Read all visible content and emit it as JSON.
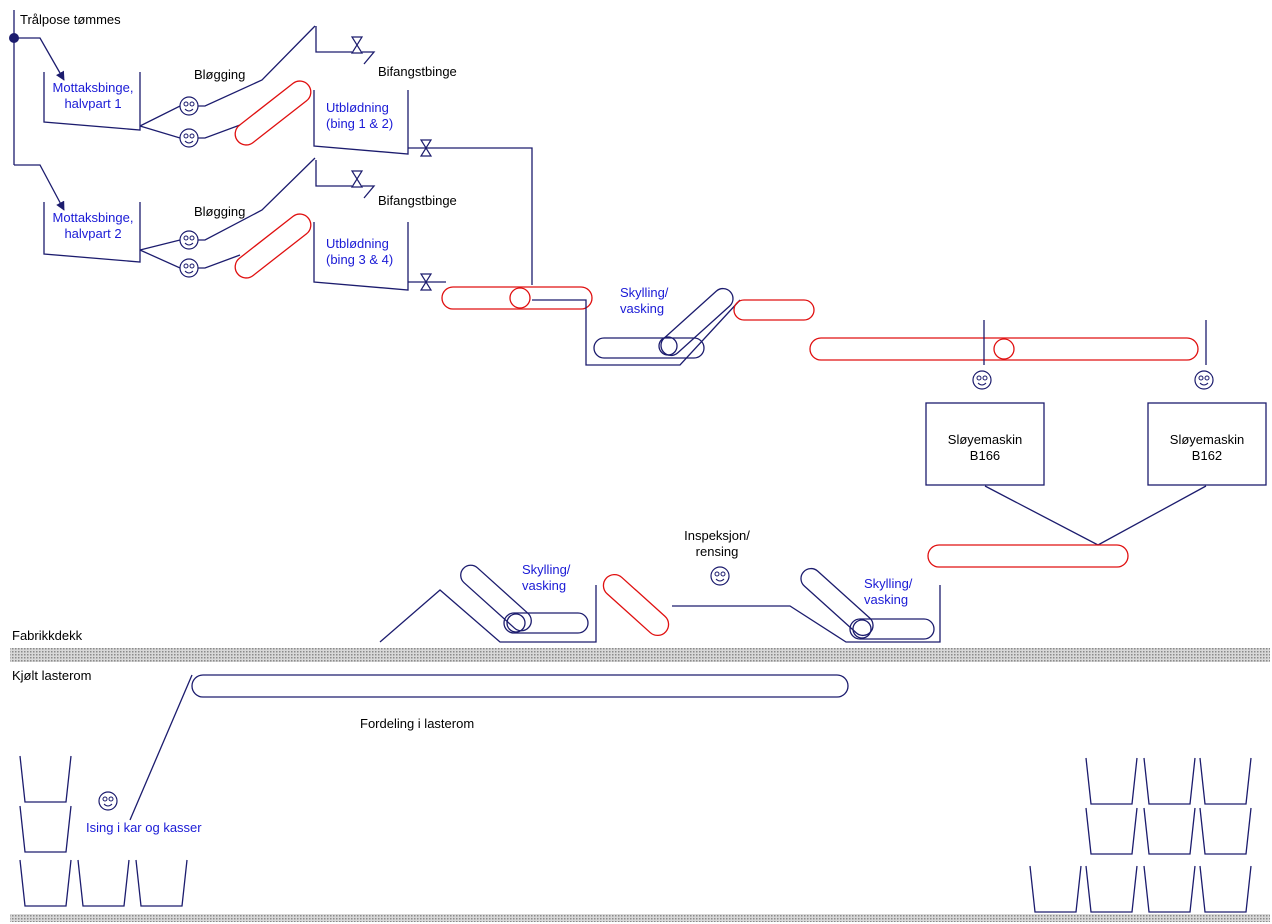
{
  "labels": {
    "tralpose": "Trålpose tømmes",
    "mottak1": "Mottaksbinge,\nhalvpart 1",
    "mottak2": "Mottaksbinge,\nhalvpart 2",
    "blogging1": "Bløgging",
    "blogging2": "Bløgging",
    "bifangst1": "Bifangstbinge",
    "bifangst2": "Bifangstbinge",
    "utblodning1": "Utblødning\n(bing 1 & 2)",
    "utblodning2": "Utblødning\n(bing 3 & 4)",
    "skylling1": "Skylling/\nvasking",
    "skylling2": "Skylling/\nvasking",
    "skylling3": "Skylling/\nvasking",
    "sloye1": "Sløyemaskin\nB166",
    "sloye2": "Sløyemaskin\nB162",
    "inspeksjon": "Inspeksjon/\nrensing",
    "fabrikkdekk": "Fabrikkdekk",
    "kjolt": "Kjølt lasterom",
    "fordeling": "Fordeling i lasterom",
    "ising": "Ising i kar og kasser"
  },
  "colors": {
    "line": "#1c1c6e",
    "conveyor_red": "#e01010",
    "text_blue": "#1a1ad6",
    "deck": "#b8b8b8"
  }
}
